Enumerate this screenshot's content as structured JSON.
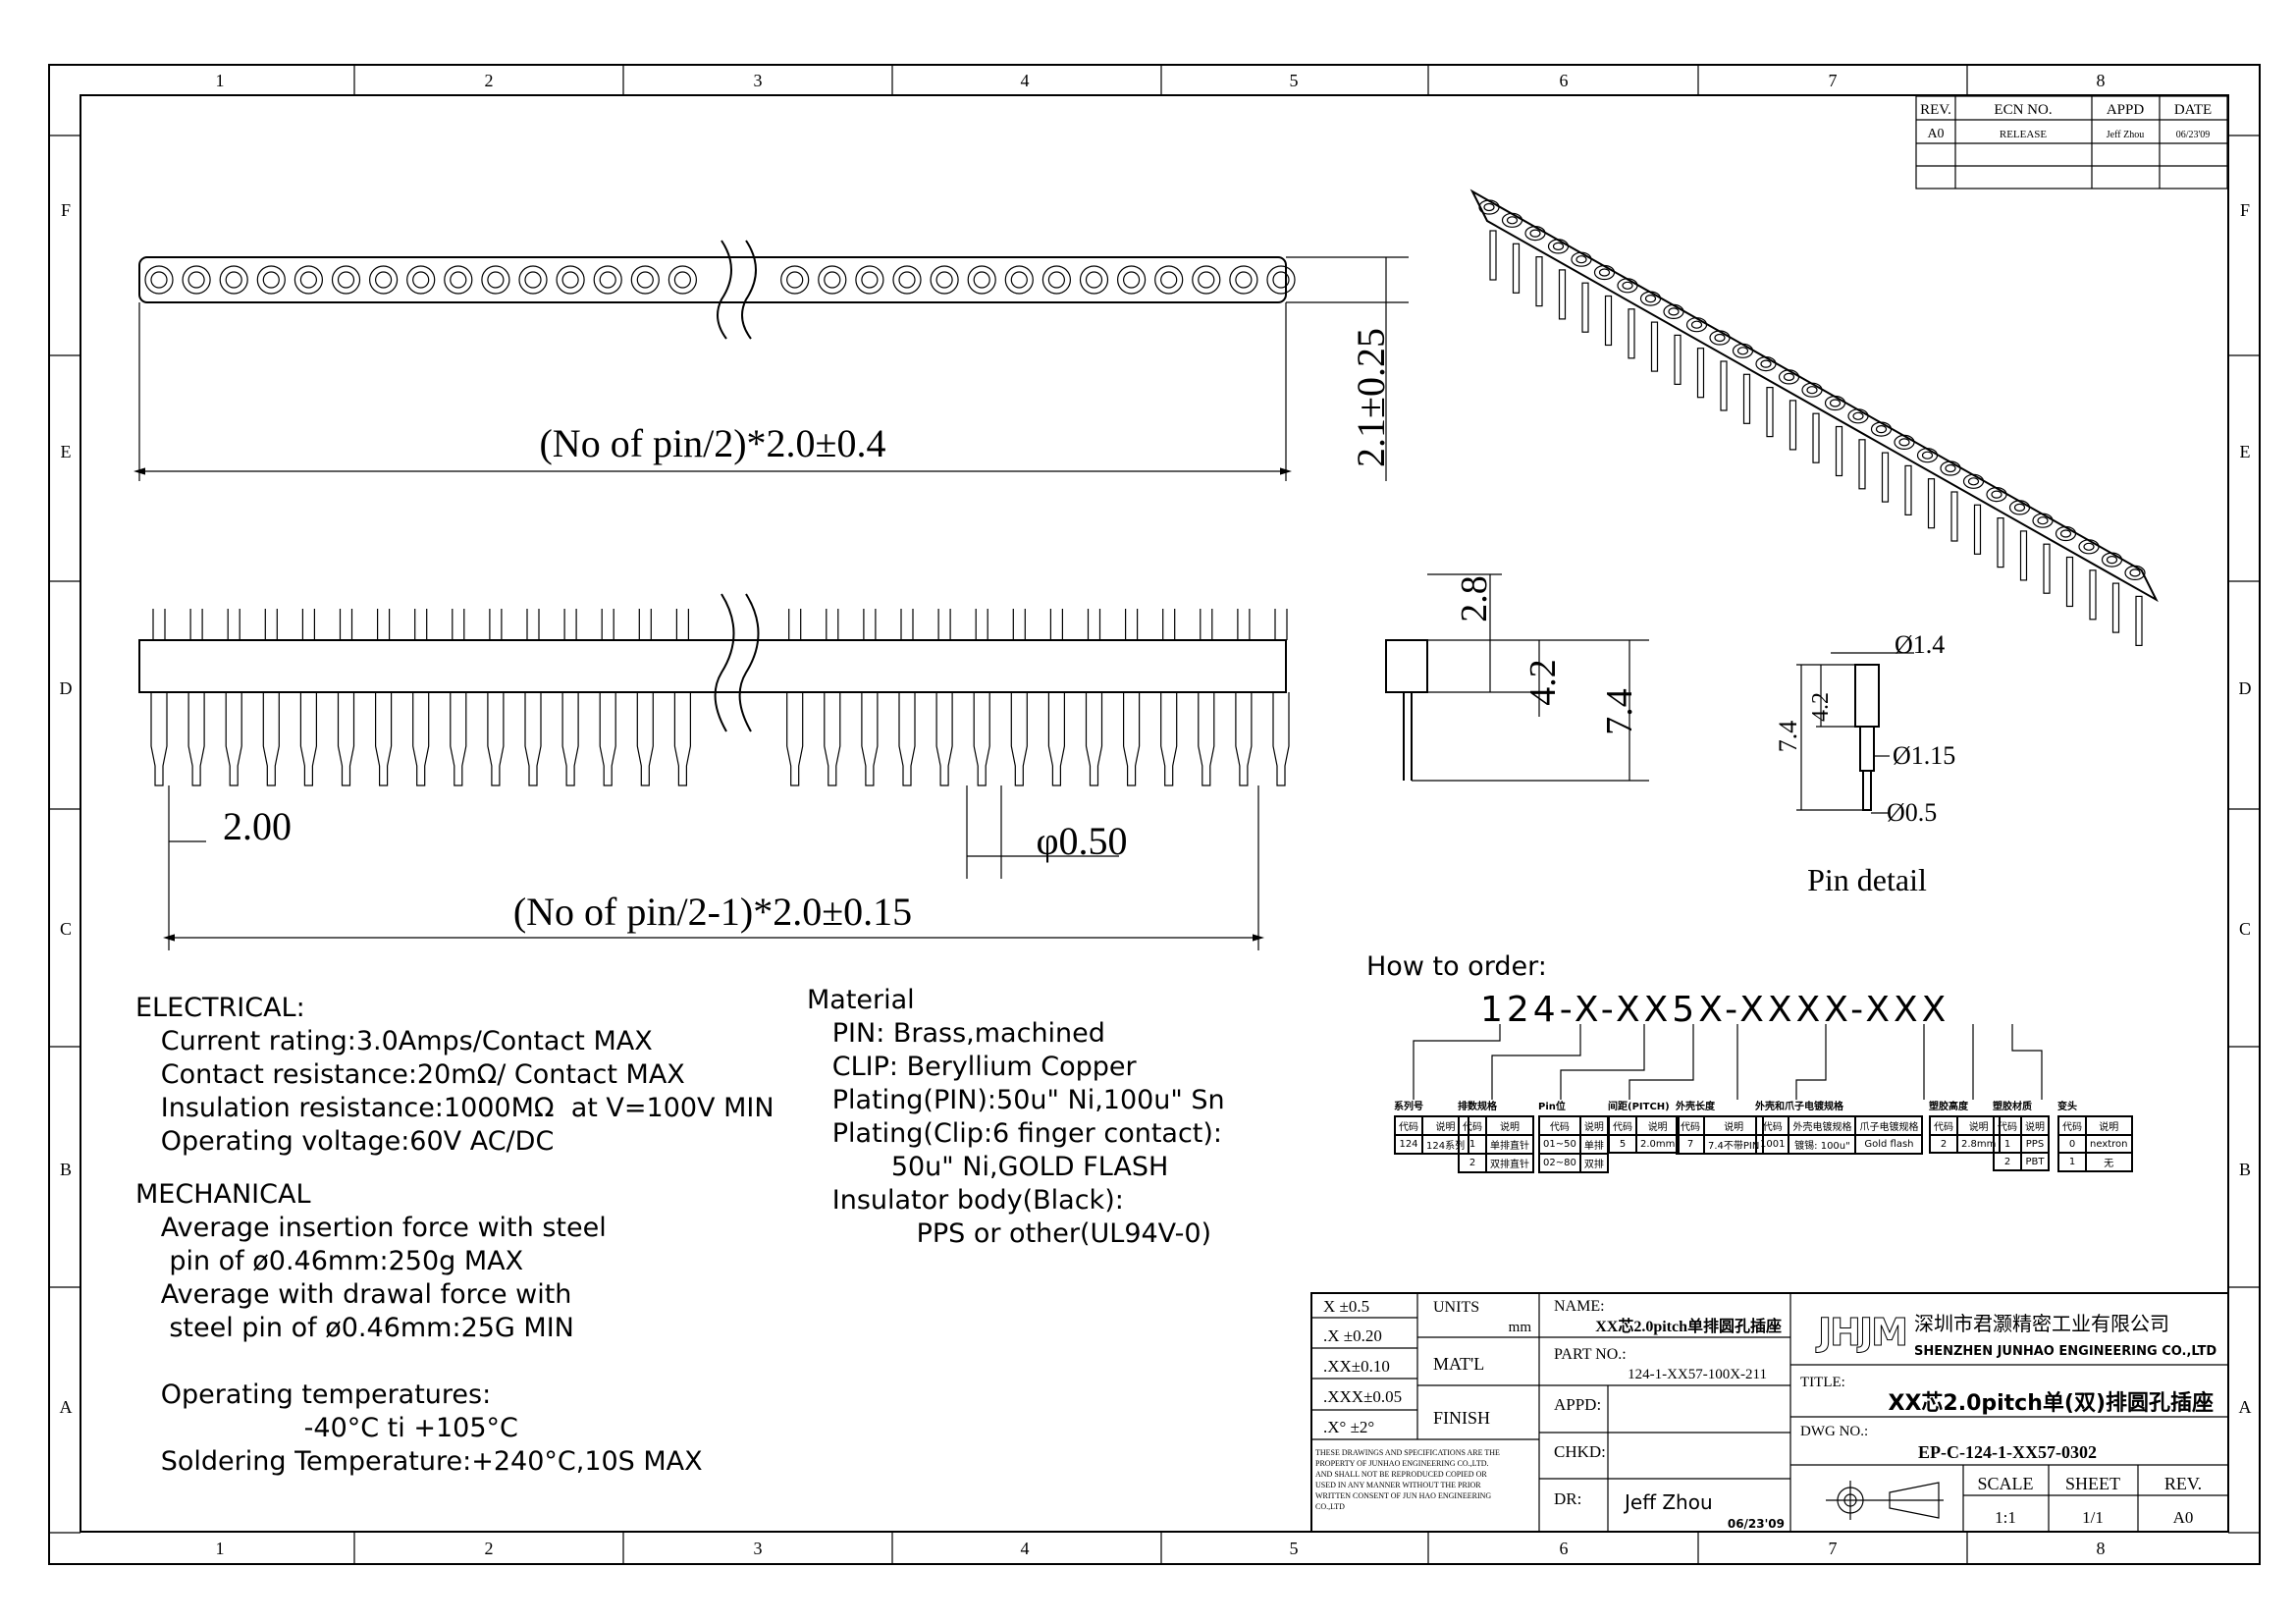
{
  "frame": {
    "columns": [
      "1",
      "2",
      "3",
      "4",
      "5",
      "6",
      "7",
      "8"
    ],
    "rows": [
      "F",
      "E",
      "D",
      "C",
      "B",
      "A"
    ]
  },
  "revision_table": {
    "headers": [
      "REV.",
      "ECN NO.",
      "APPD",
      "DATE"
    ],
    "rows": [
      [
        "A0",
        "RELEASE",
        "Jeff Zhou",
        "06/23'09"
      ],
      [
        "",
        "",
        "",
        ""
      ],
      [
        "",
        "",
        "",
        ""
      ]
    ]
  },
  "dimensions": {
    "top_length": "(No of pin/2)*2.0±0.4",
    "top_width": "2.1±0.25",
    "pitch": "2.00",
    "pin_dia": "φ0.50",
    "side_length": "(No of pin/2-1)*2.0±0.15",
    "end_28": "2.8",
    "end_42": "4.2",
    "end_74": "7.4"
  },
  "pin_detail": {
    "d14": "Ø1.4",
    "d115": "Ø1.15",
    "d05": "Ø0.5",
    "h74": "7.4",
    "h42": "4.2",
    "caption": "Pin detail"
  },
  "ordering": {
    "title": "How to order:",
    "code": "124-X-XX5X-XXXX-XXX",
    "tables": [
      {
        "label": "系列号",
        "rows": [
          [
            "代码",
            "说明"
          ],
          [
            "124",
            "124系列"
          ]
        ]
      },
      {
        "label": "排数规格",
        "rows": [
          [
            "代码",
            "说明"
          ],
          [
            "1",
            "单排直针"
          ],
          [
            "2",
            "双排直针"
          ]
        ]
      },
      {
        "label": "Pin位",
        "rows": [
          [
            "代码",
            "说明"
          ],
          [
            "01~50",
            "单排"
          ],
          [
            "02~80",
            "双排"
          ]
        ]
      },
      {
        "label": "间距(PITCH)",
        "rows": [
          [
            "代码",
            "说明"
          ],
          [
            "5",
            "2.0mm"
          ]
        ]
      },
      {
        "label": "外壳长度",
        "rows": [
          [
            "代码",
            "说明"
          ],
          [
            "7",
            "7.4不带PIN"
          ]
        ]
      },
      {
        "label": "外壳和爪子电镀规格",
        "rows": [
          [
            "代码",
            "外壳电镀规格",
            "爪子电镀规格"
          ],
          [
            "1001",
            "镀锡: 100u\"",
            "Gold flash"
          ]
        ]
      },
      {
        "label": "塑胶高度",
        "rows": [
          [
            "代码",
            "说明"
          ],
          [
            "2",
            "2.8mm"
          ]
        ]
      },
      {
        "label": "塑胶材质",
        "rows": [
          [
            "代码",
            "说明"
          ],
          [
            "1",
            "PPS"
          ],
          [
            "2",
            "PBT"
          ]
        ]
      },
      {
        "label": "变头",
        "rows": [
          [
            "代码",
            "说明"
          ],
          [
            "0",
            "nextron"
          ],
          [
            "1",
            "无"
          ]
        ]
      }
    ]
  },
  "specs": {
    "electrical": [
      "ELECTRICAL:",
      "   Current rating:3.0Amps/Contact MAX",
      "   Contact resistance:20mΩ/ Contact MAX",
      "   Insulation resistance:1000MΩ  at V=100V MIN",
      "   Operating voltage:60V AC/DC"
    ],
    "mechanical": [
      "MECHANICAL",
      "   Average insertion force with steel",
      "    pin of ø0.46mm:250g MAX",
      "   Average with drawal force with",
      "    steel pin of ø0.46mm:25G MIN",
      "",
      "   Operating temperatures:",
      "                    -40°C ti +105°C",
      "   Soldering Temperature:+240°C,10S MAX"
    ],
    "material": [
      "Material",
      "   PIN: Brass,machined",
      "   CLIP: Beryllium Copper",
      "   Plating(PIN):50u\" Ni,100u\" Sn",
      "   Plating(Clip:6 finger contact):",
      "          50u\" Ni,GOLD FLASH",
      "   Insulator body(Black):",
      "             PPS or other(UL94V-0)"
    ]
  },
  "title_block": {
    "tolerances": [
      "X ±0.5",
      ".X ±0.20",
      ".XX±0.10",
      ".XXX±0.05",
      ".X° ±2°"
    ],
    "notice": [
      "THESE DRAWINGS AND SPECIFICATIONS ARE THE",
      "PROPERTY OF JUNHAO ENGINEERING CO.,LTD.",
      "AND SHALL NOT BE REPRODUCED COPIED OR",
      "USED IN ANY MANNER WITHOUT THE PRIOR",
      "WRITTEN CONSENT OF JUN HAO ENGINEERING",
      "CO.,LTD"
    ],
    "units_label": "UNITS",
    "units": "mm",
    "matl_label": "MAT'L",
    "finish_label": "FINISH",
    "name_label": "NAME:",
    "name": "XX芯2.0pitch单排圆孔插座",
    "part_label": "PART NO.:",
    "part_no": "124-1-XX57-100X-211",
    "appd_label": "APPD:",
    "chkd_label": "CHKD:",
    "dr_label": "DR:",
    "drawn_by": "Jeff Zhou",
    "date": "06/23'09",
    "logo": "JHJM",
    "company_cn": "深圳市君灏精密工业有限公司",
    "company_en": "SHENZHEN JUNHAO ENGINEERING CO.,LTD",
    "title_label": "TITLE:",
    "title": "XX芯2.0pitch单(双)排圆孔插座",
    "dwg_label": "DWG NO.:",
    "dwg_no": "EP-C-124-1-XX57-0302",
    "scale_label": "SCALE",
    "scale": "1:1",
    "sheet_label": "SHEET",
    "sheet": "1/1",
    "rev_label": "REV.",
    "rev": "A0"
  }
}
